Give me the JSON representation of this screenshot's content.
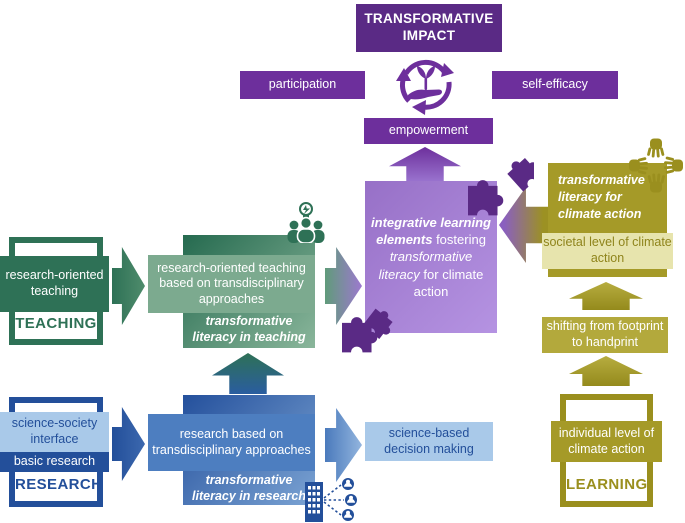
{
  "palette": {
    "purple_dark": "#5a2a85",
    "purple_mid": "#6d2f9c",
    "green_dark": "#2e7156",
    "blue_dark": "#234f9a",
    "blue_light": "#a9c9e9",
    "olive_dark": "#9a8f1e",
    "olive_box": "#a59a28",
    "olive_mid": "#b3a93c",
    "olive_light": "#e7e4ad"
  },
  "impact_box": {
    "line1": "TRANSFORMATIVE",
    "line2": "IMPACT"
  },
  "purple_row": {
    "participation": "participation",
    "self_efficacy": "self-efficacy",
    "empowerment": "empowerment"
  },
  "integrative_box": {
    "seg1": "integrative learning elements",
    "seg2": "fostering",
    "seg3": "transformative literacy",
    "seg4": "for climate action"
  },
  "climate_column": {
    "literacy_title": "transformative literacy for climate action",
    "societal": "societal level of climate action",
    "shifting": "shifting from footprint to handprint",
    "individual": "individual level of climate action",
    "learning_label": "LEARNING"
  },
  "teaching_row": {
    "left_box": "research-oriented teaching",
    "teaching_label": "TEACHING",
    "middle_box": "research-oriented teaching based on transdisciplinary approaches",
    "literacy": "transformative literacy in teaching"
  },
  "research_row": {
    "interface_box": "science-society interface",
    "basic_box": "basic research",
    "research_label": "RESEARCH",
    "middle_box": "research based on transdisciplinary approaches",
    "literacy": "transformative literacy in research",
    "outcome_box": "science-based decision making"
  },
  "icons": {
    "cycle": "hand-sprout-cycle-icon",
    "hands": "joined-hands-icon",
    "people": "team-idea-icon",
    "building": "institution-network-icon",
    "puzzle": "puzzle-pieces-icon"
  }
}
